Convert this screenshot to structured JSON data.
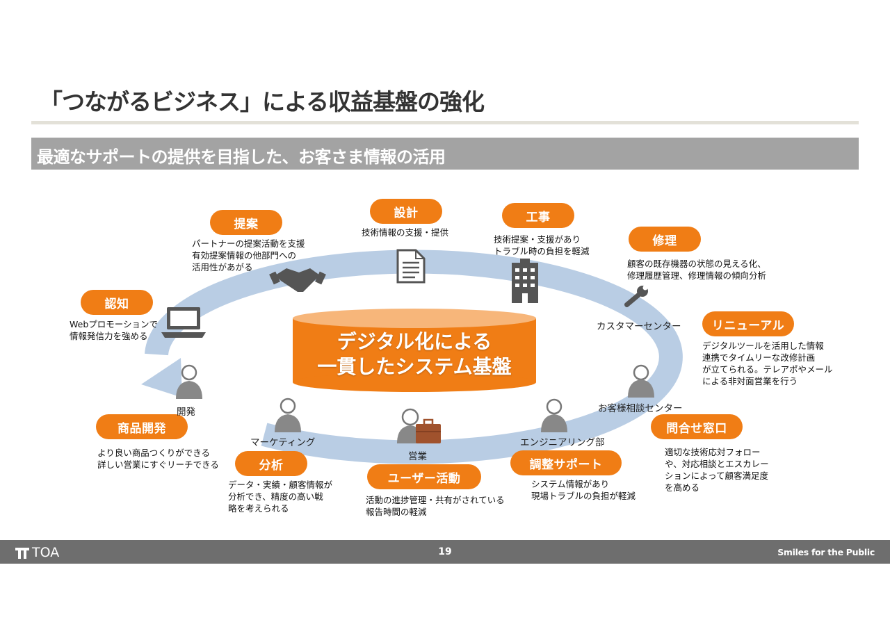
{
  "slide": {
    "title": "「つながるビジネス」による収益基盤の強化",
    "subtitle": "最適なサポートの提供を目指した、お客さま情報の活用",
    "page_number": "19",
    "brand": "TOA",
    "slogan": "Smiles for the Public"
  },
  "colors": {
    "accent": "#f07d15",
    "ring": "#b9cde4",
    "cylinder_top": "#f7b67a",
    "icon": "#555555"
  },
  "center": {
    "text": "デジタル化による\n一貫したシステム基盤"
  },
  "stages": {
    "teian": {
      "label": "提案",
      "desc": "パートナーの提案活動を支援\n有効提案情報の他部門への\n活用性があがる"
    },
    "sekkei": {
      "label": "設計",
      "desc": "技術情報の支援・提供"
    },
    "kouji": {
      "label": "工事",
      "desc": "技術提案・支援があり\nトラブル時の負担を軽減"
    },
    "shuri": {
      "label": "修理",
      "desc": "顧客の既存機器の状態の見える化、\n修理履歴管理、修理情報の傾向分析"
    },
    "renewal": {
      "label": "リニューアル",
      "desc": "デジタルツールを活用した情報\n連携でタイムリーな改修計画\nが立てられる。テレアポやメール\nによる非対面営業を行う"
    },
    "toiawase": {
      "label": "問合せ窓口",
      "desc": "適切な技術応対フォロー\nや、対応相談とエスカレー\nションによって顧客満足度\nを高める"
    },
    "chousei": {
      "label": "調整サポート",
      "desc": "システム情報があり\n現場トラブルの負担が軽減"
    },
    "user": {
      "label": "ユーザー活動",
      "desc": "活動の進捗管理・共有がされている\n報告時間の軽減"
    },
    "bunseki": {
      "label": "分析",
      "desc": "データ・実績・顧客情報が\n分析でき、精度の高い戦\n略を考えられる"
    },
    "shouhin": {
      "label": "商品開発",
      "desc": "より良い商品つくりができる\n詳しい営業にすぐリーチできる"
    },
    "ninchi": {
      "label": "認知",
      "desc": "Webプロモーションで\n情報発信力を強める"
    }
  },
  "roles": {
    "kaihatsu": "開発",
    "marketing": "マーケティング",
    "eigyou": "営業",
    "engineering": "エンジニアリング部",
    "soudan": "お客様相談センター",
    "customer_center": "カスタマーセンター"
  },
  "icons": [
    "laptop-icon",
    "handshake-icon",
    "document-icon",
    "building-icon",
    "wrench-icon",
    "person-icon",
    "briefcase-icon"
  ]
}
